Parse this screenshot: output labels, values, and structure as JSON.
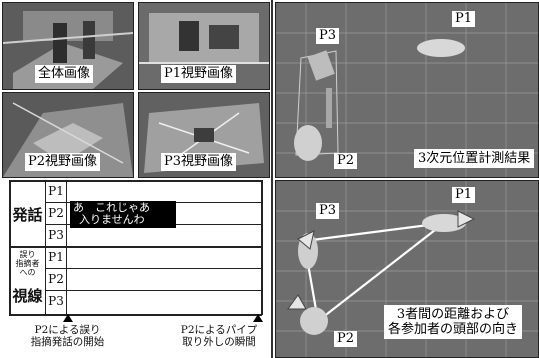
{
  "cameras": {
    "overall": "全体画像",
    "p1_view": "P1視野画像",
    "p2_view": "P2視野画像",
    "p3_view": "P3視野画像"
  },
  "timeline": {
    "speech_group": "発話",
    "gaze_group_small": [
      "誤り",
      "指摘者",
      "への"
    ],
    "gaze_group": "視線",
    "rows": [
      "P1",
      "P2",
      "P3"
    ],
    "speech_text_line1": "あ　これじゃあ",
    "speech_text_line2": "入りませんわ",
    "marker_left_line1": "P2による誤り",
    "marker_left_line2": "指摘発話の開始",
    "marker_right_line1": "P2によるパイプ",
    "marker_right_line2": "取り外しの瞬間"
  },
  "panel_top": {
    "p1": "P1",
    "p2": "P2",
    "p3": "P3",
    "caption": "3次元位置計測結果"
  },
  "panel_bottom": {
    "p1": "P1",
    "p2": "P2",
    "p3": "P3",
    "caption_line1": "3者間の距離および",
    "caption_line2": "各参加者の頭部の向き"
  },
  "colors": {
    "frame": "#222222",
    "panel_bg": "#6a6a6a",
    "speech_bg": "#000000"
  }
}
